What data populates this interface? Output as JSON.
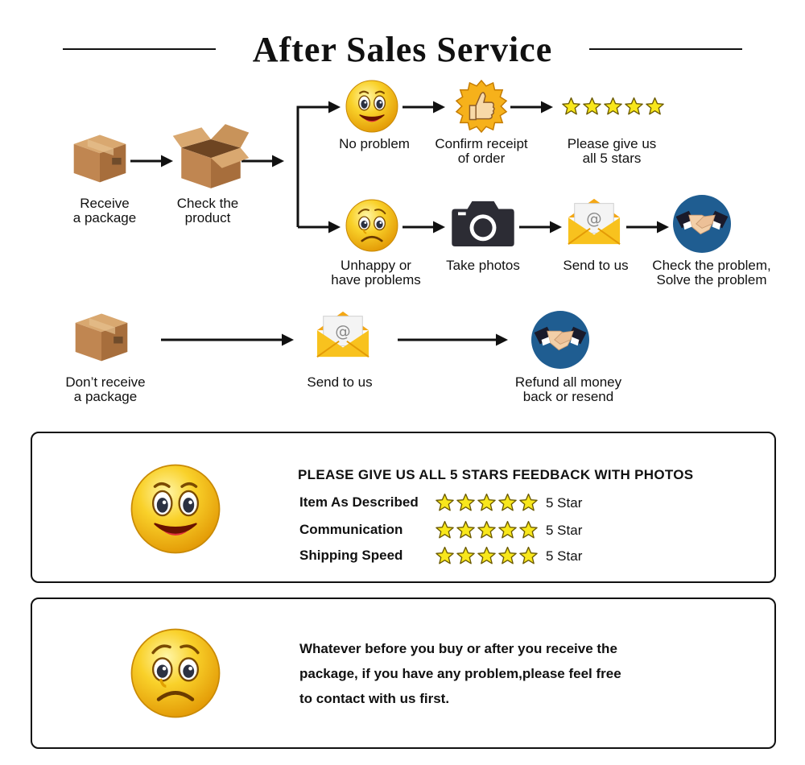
{
  "title": "After Sales Service",
  "flow": {
    "receive": "Receive\na package",
    "check": "Check the\nproduct",
    "no_problem": "No problem",
    "confirm": "Confirm receipt\nof order",
    "give_stars": "Please give us\nall 5 stars",
    "unhappy": "Unhappy or\nhave problems",
    "take_photos": "Take photos",
    "send_to_us_1": "Send to us",
    "check_solve": "Check the problem,\nSolve the problem",
    "dont_receive": "Don’t receive\na package",
    "send_to_us_2": "Send to us",
    "refund": "Refund all money\nback or resend"
  },
  "feedback": {
    "heading": "PLEASE GIVE US ALL 5 STARS FEEDBACK WITH PHOTOS",
    "rows": [
      {
        "label": "Item As Described",
        "value": "5 Star",
        "stars": 5
      },
      {
        "label": "Communication",
        "value": "5 Star",
        "stars": 5
      },
      {
        "label": "Shipping Speed",
        "value": "5 Star",
        "stars": 5
      }
    ]
  },
  "contact": {
    "line1": "Whatever before you buy or after you receive the",
    "line2": "package, if you have any problem,please feel free",
    "line3": "to contact with us first."
  },
  "colors": {
    "box": "#c8935a",
    "smiley": "#f7c21c",
    "star": "#f8e71c",
    "handshake_bg": "#1f5d91",
    "envelope": "#f6b61b",
    "camera": "#2c2c34"
  }
}
